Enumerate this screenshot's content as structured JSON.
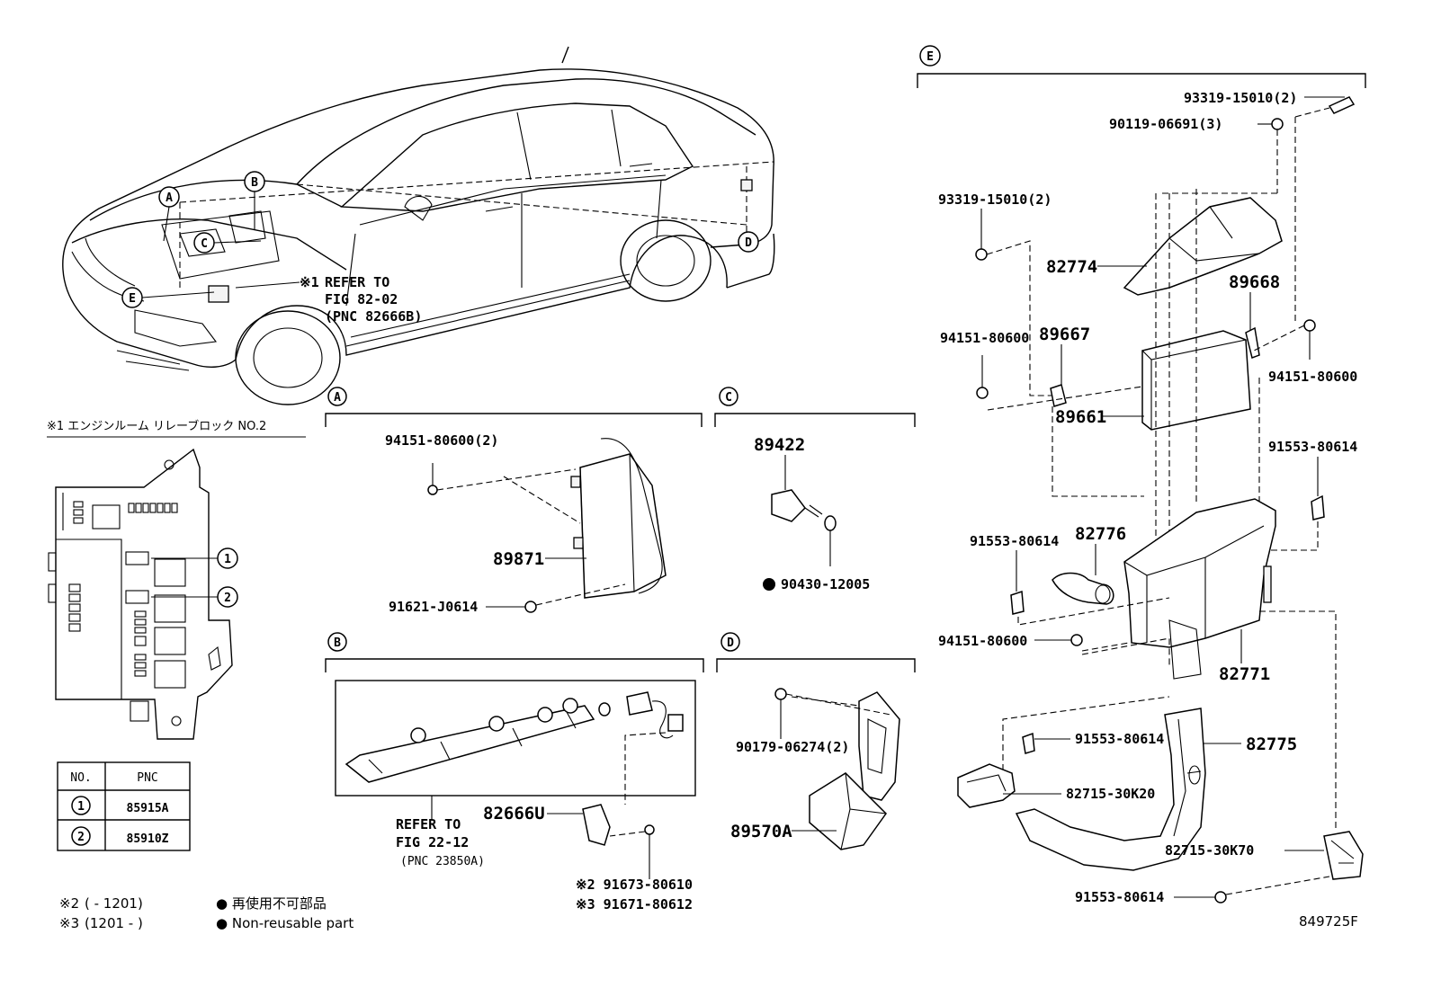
{
  "diagram_code": "849725F",
  "sections": {
    "A": "A",
    "B": "B",
    "C": "C",
    "D": "D",
    "E": "E"
  },
  "car_callouts": [
    "A",
    "B",
    "C",
    "D",
    "E"
  ],
  "refer_note_1": {
    "mark": "※1",
    "lines": [
      "REFER TO",
      "FIG 82-02",
      "(PNC 82666B)"
    ]
  },
  "relay_block_title": "※1 エンジンルーム リレーブロック NO.2",
  "relay_callouts": [
    "1",
    "2"
  ],
  "pnc_table": {
    "headers": [
      "NO.",
      "PNC"
    ],
    "rows": [
      {
        "no": "1",
        "pnc": "85915A"
      },
      {
        "no": "2",
        "pnc": "85910Z"
      }
    ]
  },
  "section_a": {
    "bolt": "94151-80600(2)",
    "ecu": "89871",
    "screw": "91621-J0614"
  },
  "section_b": {
    "refer_lines": [
      "REFER TO",
      "FIG 22-12",
      "(PNC 23850A)"
    ],
    "sensor": "82666U",
    "bolt_2": "※2 91673-80610",
    "bolt_3": "※3 91671-80612"
  },
  "section_c": {
    "switch": "89422",
    "gasket": "90430-12005"
  },
  "section_d": {
    "bolt": "90179-06274(2)",
    "sensor": "89570A"
  },
  "section_e": {
    "bolt_top": "93319-15010(2)",
    "bolt_top2": "90119-06691(3)",
    "bolt_left": "93319-15010(2)",
    "cover": "82774",
    "bracket_r": "89668",
    "bracket_l": "89667",
    "nut_l": "94151-80600",
    "nut_r": "94151-80600",
    "ecu": "89661",
    "bolt_r": "91553-80614",
    "bolt_l": "91553-80614",
    "grommet": "82776",
    "nut_bottom": "94151-80600",
    "box": "82771",
    "bolt_mid": "91553-80614",
    "duct": "82775",
    "clamp_1": "82715-30K20",
    "clamp_2": "82715-30K70",
    "bolt_bottom": "91553-80614"
  },
  "footnotes": {
    "n2_mark": "※2",
    "n2_range": "(      - 1201)",
    "n3_mark": "※3",
    "n3_range": "(1201 -      )",
    "jp_label": "● 再使用不可部品",
    "en_label": "● Non-reusable part"
  }
}
